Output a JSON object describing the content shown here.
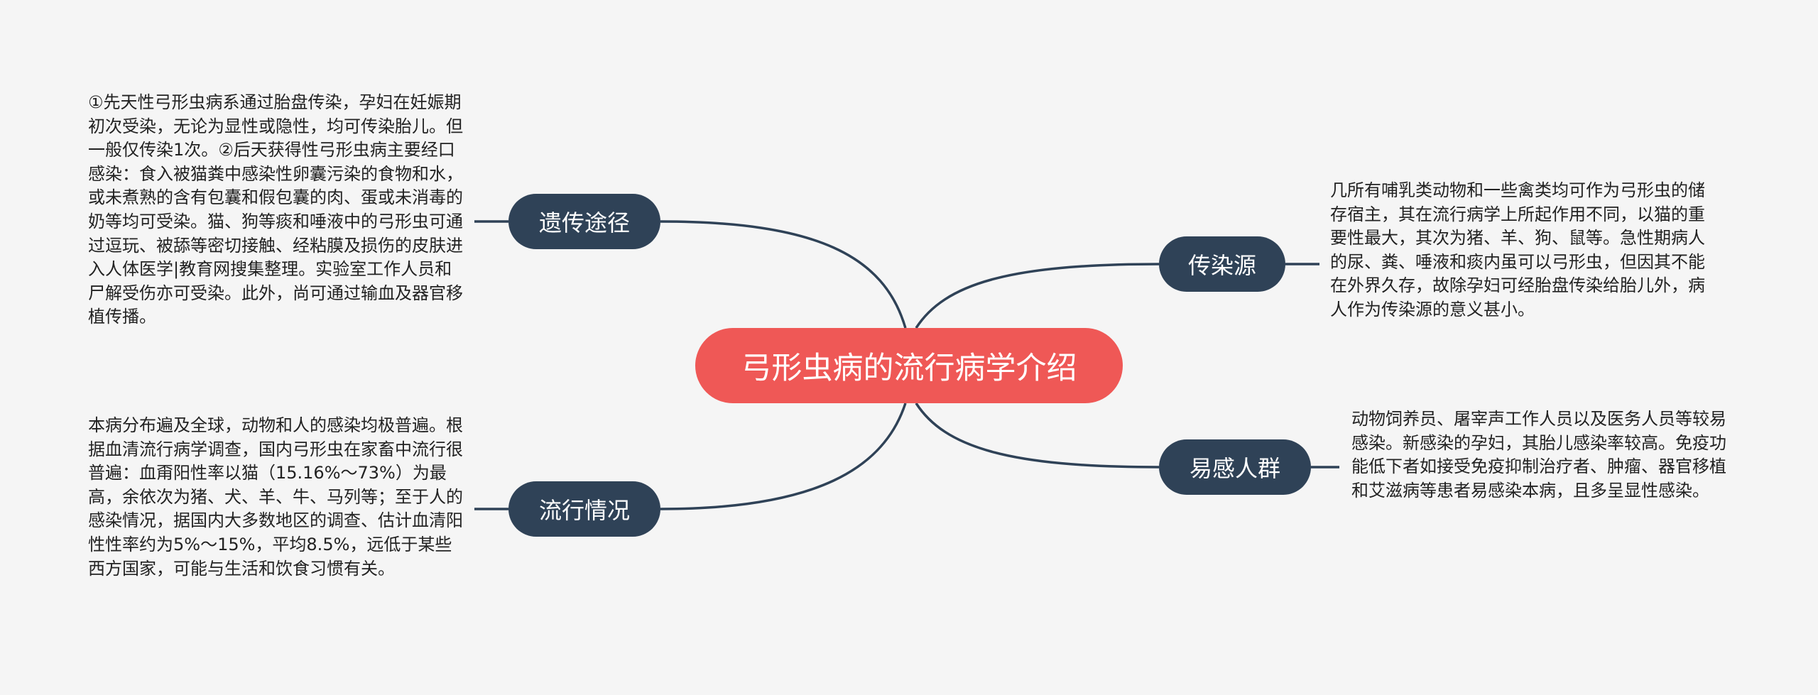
{
  "central": {
    "title": "弓形虫病的流行病学介绍"
  },
  "branches": {
    "heredity": {
      "label": "遗传途径",
      "text": "①先天性弓形虫病系通过胎盘传染，孕妇在妊娠期初次受染，无论为显性或隐性，均可传染胎儿。但一般仅传染1次。②后天获得性弓形虫病主要经口感染：食入被猫粪中感染性卵囊污染的食物和水，或未煮熟的含有包囊和假包囊的肉、蛋或未消毒的奶等均可受染。猫、狗等痰和唾液中的弓形虫可通过逗玩、被舔等密切接触、经粘膜及损伤的皮肤进入人体医学|教育网搜集整理。实验室工作人员和尸解受伤亦可受染。此外，尚可通过输血及器官移植传播。"
    },
    "prevalence": {
      "label": "流行情况",
      "text": "本病分布遍及全球，动物和人的感染均极普遍。根据血清流行病学调查，国内弓形虫在家畜中流行很普遍：血甭阳性率以猫（15.16%～73%）为最高，余依次为猪、犬、羊、牛、马列等；至于人的感染情况，据国内大多数地区的调查、估计血清阳性性率约为5%～15%，平均8.5%，远低于某些西方国家，可能与生活和饮食习惯有关。"
    },
    "source": {
      "label": "传染源",
      "text": "几所有哺乳类动物和一些禽类均可作为弓形虫的储存宿主，其在流行病学上所起作用不同，以猫的重要性最大，其次为猪、羊、狗、鼠等。急性期病人的尿、粪、唾液和痰内虽可以弓形虫，但因其不能在外界久存，故除孕妇可经胎盘传染给胎儿外，病人作为传染源的意义甚小。"
    },
    "susceptible": {
      "label": "易感人群",
      "text": "动物饲养员、屠宰声工作人员以及医务人员等较易感染。新感染的孕妇，其胎儿感染率较高。免疫功能低下者如接受免疫抑制治疗者、肿瘤、器官移植和艾滋病等患者易感染本病，且多呈显性感染。"
    }
  },
  "colors": {
    "background": "#f5f5f5",
    "central": "#ef5856",
    "branch": "#2f4257",
    "line": "#2f4257",
    "text": "#222222"
  }
}
